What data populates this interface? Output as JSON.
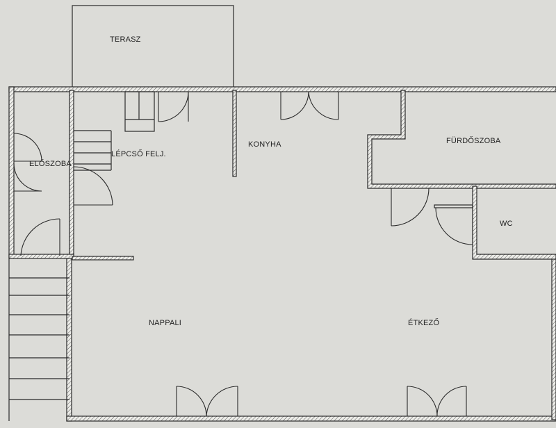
{
  "plan": {
    "rooms": {
      "terasz": "TERASZ",
      "eloszoba": "ELŐSZOBA",
      "lepcso": "LÉPCSŐ FELJ.",
      "konyha": "KONYHA",
      "furdoszoba": "FÜRDŐSZOBA",
      "wc": "WC",
      "nappali": "NAPPALI",
      "etkezo": "ÉTKEZŐ"
    },
    "colors": {
      "paper": "#dcdcd8",
      "wall_fill": "#e8e8e4",
      "line": "#2a2a2a"
    }
  }
}
